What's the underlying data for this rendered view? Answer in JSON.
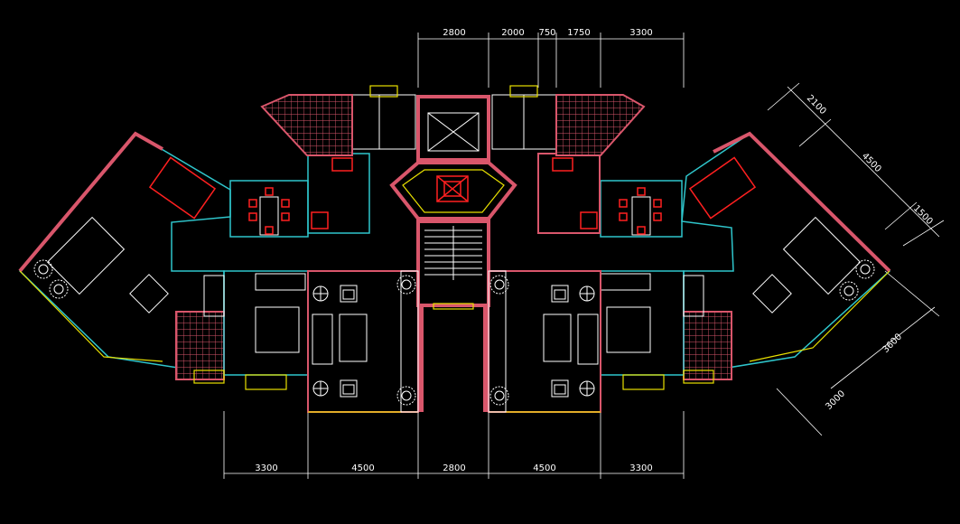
{
  "drawing": {
    "top_dimensions": [
      "2800",
      "2000",
      "750",
      "1750",
      "3300"
    ],
    "bottom_dimensions": [
      "3300",
      "4500",
      "2800",
      "4500",
      "3300"
    ],
    "right_dimensions": [
      "2100",
      "4500",
      "1500",
      "3600",
      "3000"
    ]
  },
  "colors": {
    "background": "#000000",
    "wall": "#d9566b",
    "partition": "#2fc6cc",
    "window": "#e8e000",
    "fixture": "#ffffff",
    "highlight": "#ff2020"
  }
}
